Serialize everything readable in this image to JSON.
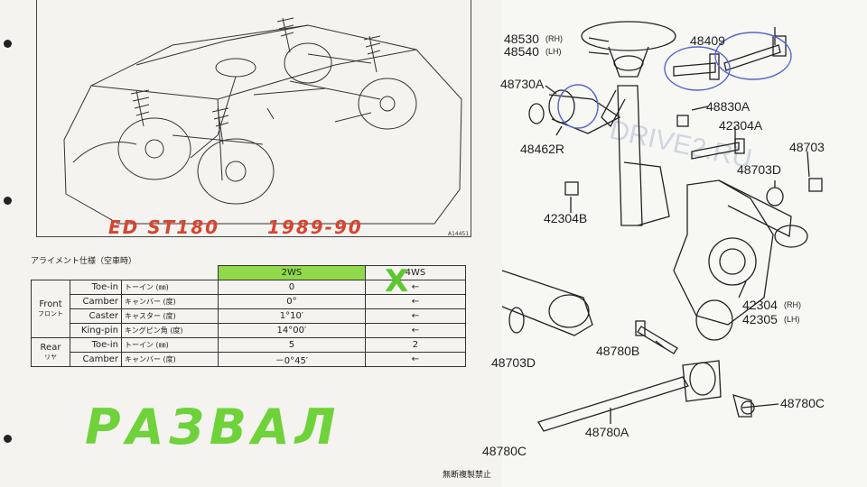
{
  "left_sheet": {
    "handwritten_model": "ED ST180",
    "handwritten_years": "1989-90",
    "figure_code": "A14451",
    "table_caption": "アライメント仕様（空車時）",
    "table": {
      "col_2ws": "2WS",
      "col_4ws": "4WS",
      "groups": [
        {
          "name": "Front",
          "name_jp": "フロント",
          "rows": [
            {
              "param": "Toe-in",
              "jp": "トーイン",
              "unit": "(㎜)",
              "v2ws": "0",
              "v4ws": "←"
            },
            {
              "param": "Camber",
              "jp": "キャンバー",
              "unit": "(度)",
              "v2ws": "0°",
              "v4ws": "←"
            },
            {
              "param": "Caster",
              "jp": "キャスター",
              "unit": "(度)",
              "v2ws": "1°10′",
              "v4ws": "←"
            },
            {
              "param": "King-pin",
              "jp": "キングピン角",
              "unit": "(度)",
              "v2ws": "14°00′",
              "v4ws": "←"
            }
          ]
        },
        {
          "name": "Rear",
          "name_jp": "リヤ",
          "rows": [
            {
              "param": "Toe-in",
              "jp": "トーイン",
              "unit": "(㎜)",
              "v2ws": "5",
              "v4ws": "2"
            },
            {
              "param": "Camber",
              "jp": "キャンバー",
              "unit": "(度)",
              "v2ws": "－0°45′",
              "v4ws": "←"
            }
          ]
        }
      ]
    },
    "handwritten_4ws_mark": "X",
    "handwritten_caption": "РАЗВАЛ",
    "footer": "無断複製禁止"
  },
  "right_sheet": {
    "part_numbers": {
      "p48530": "48530",
      "p48530_side": "(RH)",
      "p48540": "48540",
      "p48540_side": "(LH)",
      "p48409": "48409",
      "p48730A": "48730A",
      "p48830A": "48830A",
      "p42304A": "42304A",
      "p48462R": "48462R",
      "p48703": "48703",
      "p48703D_top": "48703D",
      "p42304B": "42304B",
      "p42304": "42304",
      "p42304_side": "(RH)",
      "p42305": "42305",
      "p42305_side": "(LH)",
      "p48703D_bottom": "48703D",
      "p48780B": "48780B",
      "p48780C_right": "48780C",
      "p48780A": "48780A",
      "p48780C_left": "48780C",
      "watermark": "DRIVE2.RU"
    }
  },
  "colors": {
    "highlight_green": "#8fd94a",
    "handwriting_red": "#d8442f",
    "handwriting_green": "#6fd23a",
    "circle_blue": "#5566cc"
  }
}
